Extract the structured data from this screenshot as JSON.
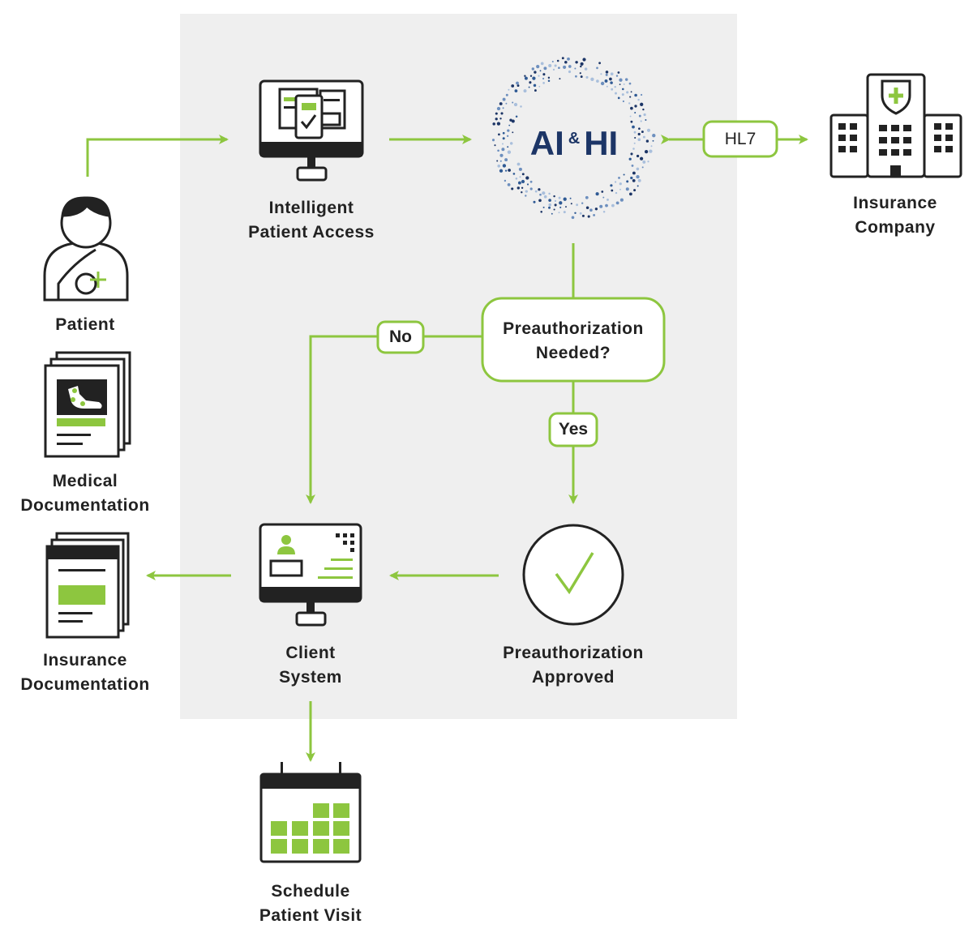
{
  "colors": {
    "accent": "#8dc63f",
    "ink": "#222222",
    "panel": "#efefef",
    "logo": "#1c3566"
  },
  "nodes": {
    "patient": {
      "label": "Patient",
      "icon": "patient-icon"
    },
    "medical_docs": {
      "line1": "Medical",
      "line2": "Documentation",
      "icon": "medical-document-icon"
    },
    "insurance_docs": {
      "line1": "Insurance",
      "line2": "Documentation",
      "icon": "insurance-document-icon"
    },
    "patient_access": {
      "line1": "Intelligent",
      "line2": "Patient Access",
      "icon": "monitor-form-icon"
    },
    "ai_hi": {
      "part1": "AI",
      "amp": "&",
      "part2": "HI",
      "icon": "ai-hi-logo"
    },
    "insurance_company": {
      "line1": "Insurance",
      "line2": "Company",
      "icon": "hospital-building-icon"
    },
    "decision": {
      "line1": "Preauthorization",
      "line2": "Needed?"
    },
    "approved": {
      "line1": "Preauthorization",
      "line2": "Approved",
      "icon": "checkmark-circle-icon"
    },
    "client_system": {
      "line1": "Client",
      "line2": "System",
      "icon": "monitor-profile-icon"
    },
    "schedule": {
      "line1": "Schedule",
      "line2": "Patient Visit",
      "icon": "calendar-icon"
    }
  },
  "edge_labels": {
    "hl7": "HL7",
    "no": "No",
    "yes": "Yes"
  }
}
